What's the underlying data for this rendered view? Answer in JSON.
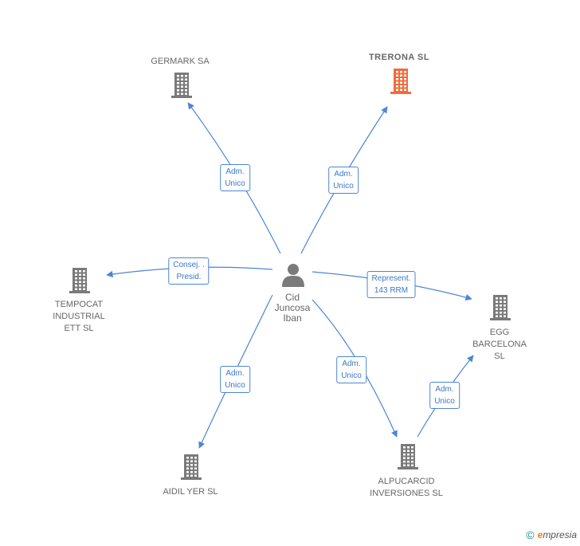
{
  "colors": {
    "building": "#7a7a7a",
    "building_highlight": "#f26b3a",
    "edge": "#4a86d4",
    "person": "#7a7a7a"
  },
  "center": {
    "name": "Cid\nJuncosa\nIban",
    "icon": "person-icon"
  },
  "nodes": [
    {
      "id": "germark",
      "label": "GERMARK SA",
      "icon": "building-icon",
      "highlight": false
    },
    {
      "id": "trerona",
      "label": "TRERONA  SL",
      "icon": "building-icon",
      "highlight": true
    },
    {
      "id": "tempocat",
      "label": "TEMPOCAT\nINDUSTRIAL\nETT  SL",
      "icon": "building-icon",
      "highlight": false
    },
    {
      "id": "egg",
      "label": "EGG\nBARCELONA\nSL",
      "icon": "building-icon",
      "highlight": false
    },
    {
      "id": "aidil",
      "label": "AIDIL YER SL",
      "icon": "building-icon",
      "highlight": false
    },
    {
      "id": "alpucarcid",
      "label": "ALPUCARCID\nINVERSIONES SL",
      "icon": "building-icon",
      "highlight": false
    }
  ],
  "edges": [
    {
      "from": "center",
      "to": "germark",
      "label": "Adm.\nUnico"
    },
    {
      "from": "center",
      "to": "trerona",
      "label": "Adm.\nUnico"
    },
    {
      "from": "center",
      "to": "tempocat",
      "label": "Consej. .\nPresid."
    },
    {
      "from": "center",
      "to": "egg",
      "label": "Represent.\n143 RRM"
    },
    {
      "from": "center",
      "to": "aidil",
      "label": "Adm.\nUnico"
    },
    {
      "from": "center",
      "to": "alpucarcid",
      "label": "Adm.\nUnico"
    },
    {
      "from": "alpucarcid",
      "to": "egg",
      "label": "Adm.\nUnico"
    }
  ],
  "footer": {
    "copyright": "©",
    "brand_e": "e",
    "brand_rest": "mpresia"
  }
}
